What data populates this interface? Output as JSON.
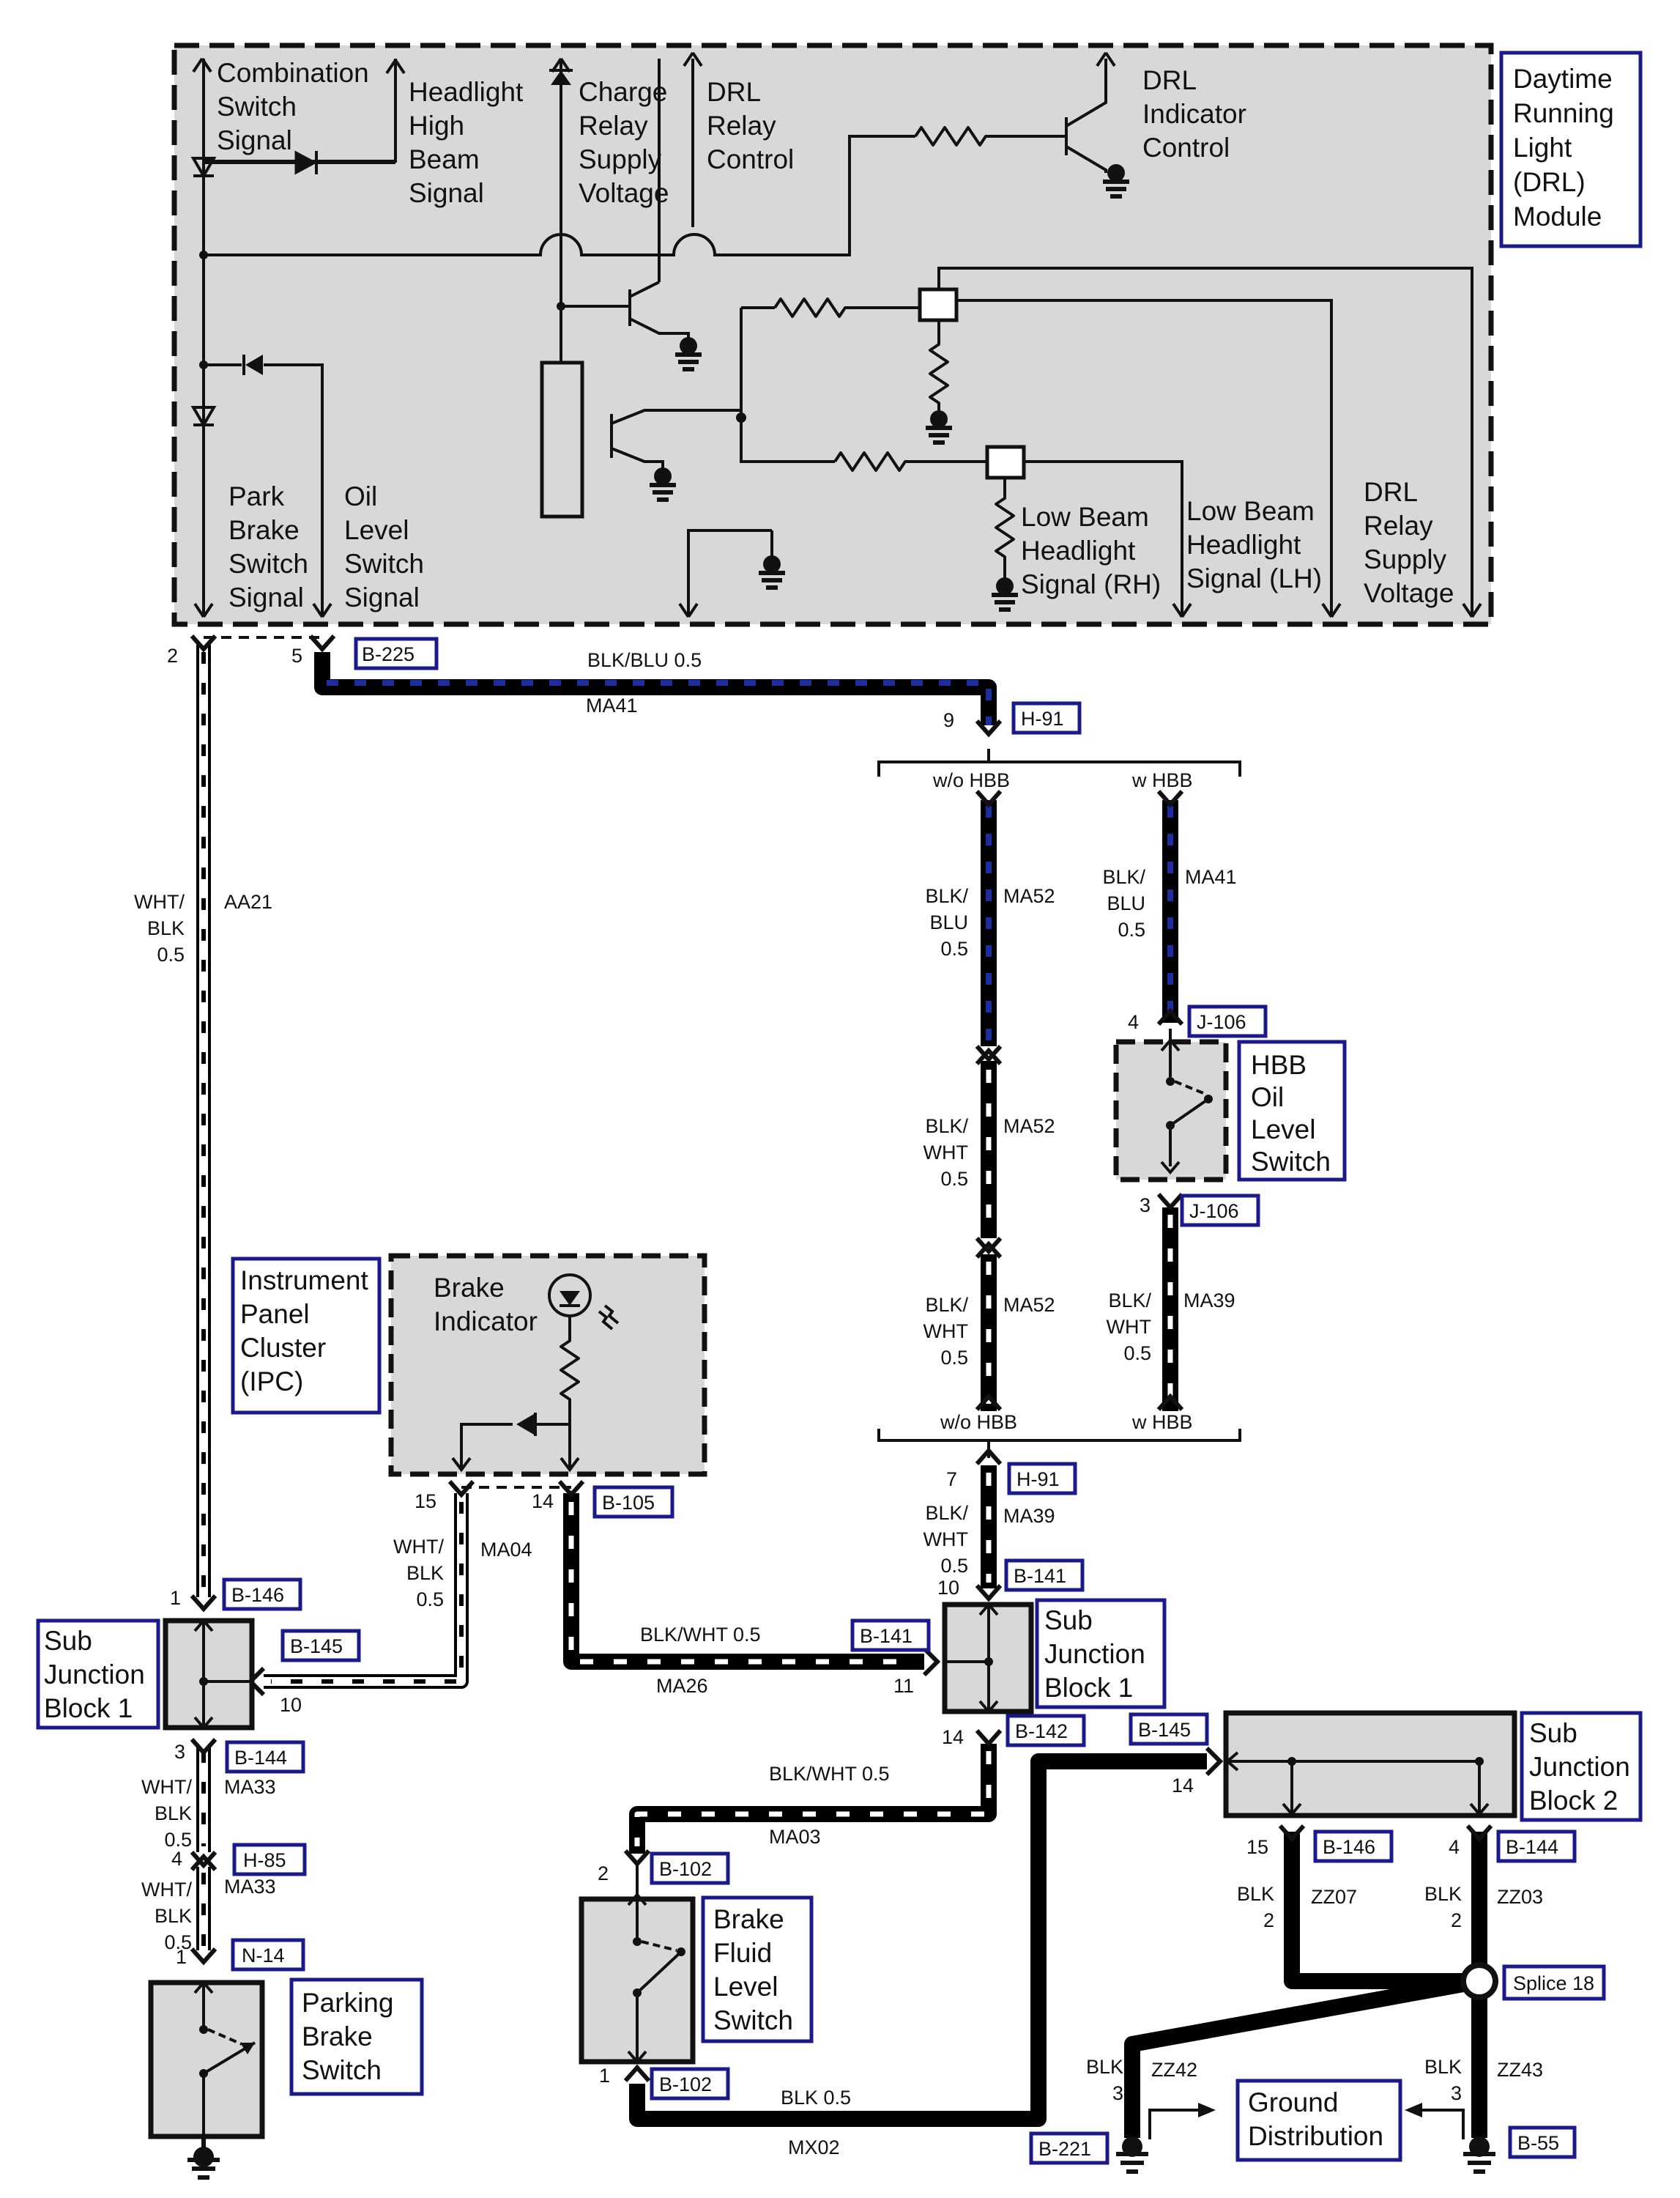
{
  "modules": {
    "drl": {
      "title": [
        "Daytime",
        "Running",
        "Light",
        "(DRL)",
        "Module"
      ],
      "signals": {
        "combination_switch": [
          "Combination",
          "Switch",
          "Signal"
        ],
        "headlight_high_beam": [
          "Headlight",
          "High",
          "Beam",
          "Signal"
        ],
        "charge_relay": [
          "Charge",
          "Relay",
          "Supply",
          "Voltage"
        ],
        "drl_relay_control": [
          "DRL",
          "Relay",
          "Control"
        ],
        "drl_indicator": [
          "DRL",
          "Indicator",
          "Control"
        ],
        "park_brake": [
          "Park",
          "Brake",
          "Switch",
          "Signal"
        ],
        "oil_level": [
          "Oil",
          "Level",
          "Switch",
          "Signal"
        ],
        "low_beam_rh": [
          "Low Beam",
          "Headlight",
          "Signal (RH)"
        ],
        "low_beam_lh": [
          "Low Beam",
          "Headlight",
          "Signal (LH)"
        ],
        "drl_relay_supply": [
          "DRL",
          "Relay",
          "Supply",
          "Voltage"
        ]
      }
    },
    "ipc": {
      "title": [
        "Instrument",
        "Panel",
        "Cluster",
        "(IPC)"
      ],
      "brake_indicator": [
        "Brake",
        "Indicator"
      ]
    },
    "hbb_oil": [
      "HBB",
      "Oil",
      "Level",
      "Switch"
    ],
    "sjb1_left": [
      "Sub",
      "Junction",
      "Block 1"
    ],
    "sjb1_right": [
      "Sub",
      "Junction",
      "Block 1"
    ],
    "sjb2": [
      "Sub",
      "Junction",
      "Block 2"
    ],
    "parking_brake": [
      "Parking",
      "Brake",
      "Switch"
    ],
    "brake_fluid": [
      "Brake",
      "Fluid",
      "Level",
      "Switch"
    ],
    "ground_distribution": [
      "Ground",
      "Distribution"
    ]
  },
  "connectors": {
    "b225": "B-225",
    "h91_top": "H-91",
    "j106_top": "J-106",
    "j106_bot": "J-106",
    "h91_bot": "H-91",
    "b141_top": "B-141",
    "b141_side": "B-141",
    "b142": "B-142",
    "b105": "B-105",
    "b146_left": "B-146",
    "b145_left": "B-145",
    "b144_left": "B-144",
    "h85": "H-85",
    "n14": "N-14",
    "b102_top": "B-102",
    "b102_bot": "B-102",
    "b145_right": "B-145",
    "b146_right": "B-146",
    "b144_right": "B-144",
    "splice18": "Splice 18",
    "b221": "B-221",
    "b55": "B-55"
  },
  "pins": {
    "drl_2": "2",
    "drl_5": "5",
    "h91_9": "9",
    "j106_4": "4",
    "j106_3": "3",
    "h91_7": "7",
    "sjb1r_10": "10",
    "sjb1r_11": "11",
    "sjb1r_14": "14",
    "ipc_15": "15",
    "ipc_14": "14",
    "sjb1l_1": "1",
    "sjb1l_10": "10",
    "sjb1l_3": "3",
    "h85_4": "4",
    "n14_1": "1",
    "b102_2": "2",
    "b102_1": "1",
    "sjb2_14": "14",
    "sjb2_15": "15",
    "sjb2_4": "4"
  },
  "options": {
    "top_wo": "w/o HBB",
    "top_w": "w HBB",
    "bot_wo": "w/o HBB",
    "bot_w": "w HBB"
  },
  "wires": {
    "ma41_top": {
      "color": "BLK/BLU 0.5",
      "circuit": "MA41"
    },
    "aa21": {
      "color": [
        "WHT/",
        "BLK",
        "0.5"
      ],
      "circuit": "AA21"
    },
    "ma52_a": {
      "color": [
        "BLK/",
        "BLU",
        "0.5"
      ],
      "circuit": "MA52"
    },
    "ma41_b": {
      "color": [
        "BLK/",
        "BLU",
        "0.5"
      ],
      "circuit": "MA41"
    },
    "ma52_b": {
      "color": [
        "BLK/",
        "WHT",
        "0.5"
      ],
      "circuit": "MA52"
    },
    "ma52_c": {
      "color": [
        "BLK/",
        "WHT",
        "0.5"
      ],
      "circuit": "MA52"
    },
    "ma39_a": {
      "color": [
        "BLK/",
        "WHT",
        "0.5"
      ],
      "circuit": "MA39"
    },
    "ma39_b": {
      "color": [
        "BLK/",
        "WHT",
        "0.5"
      ],
      "circuit": "MA39"
    },
    "ma04": {
      "color": [
        "WHT/",
        "BLK",
        "0.5"
      ],
      "circuit": "MA04"
    },
    "ma26": {
      "color": "BLK/WHT 0.5",
      "circuit": "MA26"
    },
    "ma33_a": {
      "color": [
        "WHT/",
        "BLK",
        "0.5"
      ],
      "circuit": "MA33"
    },
    "ma33_b": {
      "color": [
        "WHT/",
        "BLK",
        "0.5"
      ],
      "circuit": "MA33"
    },
    "ma03": {
      "color": "BLK/WHT 0.5",
      "circuit": "MA03"
    },
    "zz07": {
      "color": [
        "BLK",
        "2"
      ],
      "circuit": "ZZ07"
    },
    "zz03": {
      "color": [
        "BLK",
        "2"
      ],
      "circuit": "ZZ03"
    },
    "zz42": {
      "color": [
        "BLK",
        "3"
      ],
      "circuit": "ZZ42"
    },
    "zz43": {
      "color": [
        "BLK",
        "3"
      ],
      "circuit": "ZZ43"
    },
    "mx02": {
      "color": "BLK 0.5",
      "circuit": "MX02"
    }
  }
}
